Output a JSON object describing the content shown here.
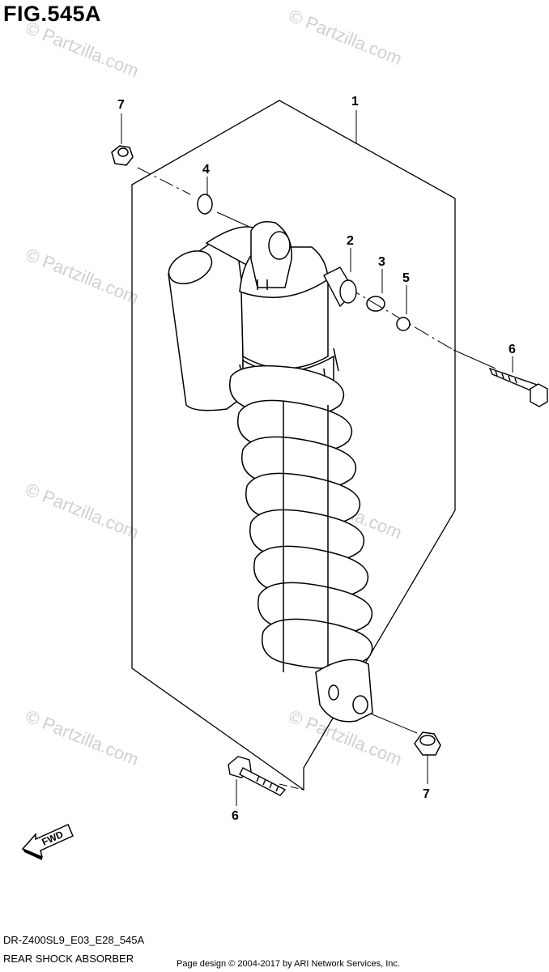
{
  "figure": {
    "title": "FIG.545A"
  },
  "callouts": [
    {
      "id": "part-1",
      "number": "1"
    },
    {
      "id": "part-2",
      "number": "2"
    },
    {
      "id": "part-3",
      "number": "3"
    },
    {
      "id": "part-4",
      "number": "4"
    },
    {
      "id": "part-5",
      "number": "5"
    },
    {
      "id": "part-6-upper",
      "number": "6"
    },
    {
      "id": "part-6-lower",
      "number": "6"
    },
    {
      "id": "part-7-upper",
      "number": "7"
    },
    {
      "id": "part-7-lower",
      "number": "7"
    }
  ],
  "fwd_label": "FWD",
  "watermark_text": "© Partzilla.com",
  "footer": {
    "model_code": "DR-Z400SL9_E03_E28_545A",
    "section_name": "REAR SHOCK ABSORBER",
    "credit": "Page design © 2004-2017 by ARI Network Services, Inc."
  }
}
